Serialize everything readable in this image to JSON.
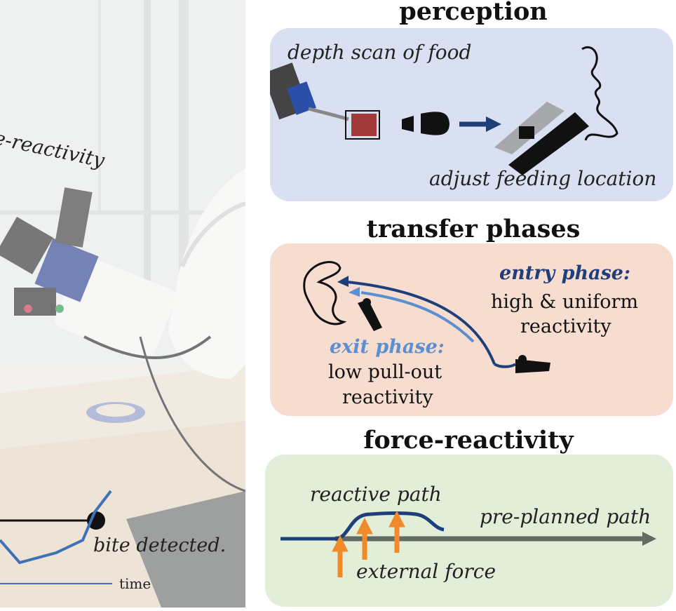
{
  "photo": {
    "caption_arc": "force-reactivity",
    "bite_label": "bite detected.",
    "time_label": "time"
  },
  "perception": {
    "heading": "perception",
    "depth_scan": "depth scan of food",
    "adjust": "adjust feeding location"
  },
  "transfer": {
    "heading": "transfer phases",
    "entry_title": "entry phase:",
    "entry_line1": "high & uniform",
    "entry_line2": "reactivity",
    "exit_title": "exit phase:",
    "exit_line1": "low pull-out",
    "exit_line2": "reactivity"
  },
  "force": {
    "heading": "force-reactivity",
    "reactive_path": "reactive path",
    "preplanned_path": "pre-planned path",
    "external_force": "external force"
  },
  "colors": {
    "perception_bg": "#d9e0f2",
    "transfer_bg": "#f7ddd0",
    "force_bg": "#e2eed7",
    "dark_blue": "#1f3f7a",
    "light_blue": "#5b8fd0",
    "orange": "#f08a2a"
  }
}
